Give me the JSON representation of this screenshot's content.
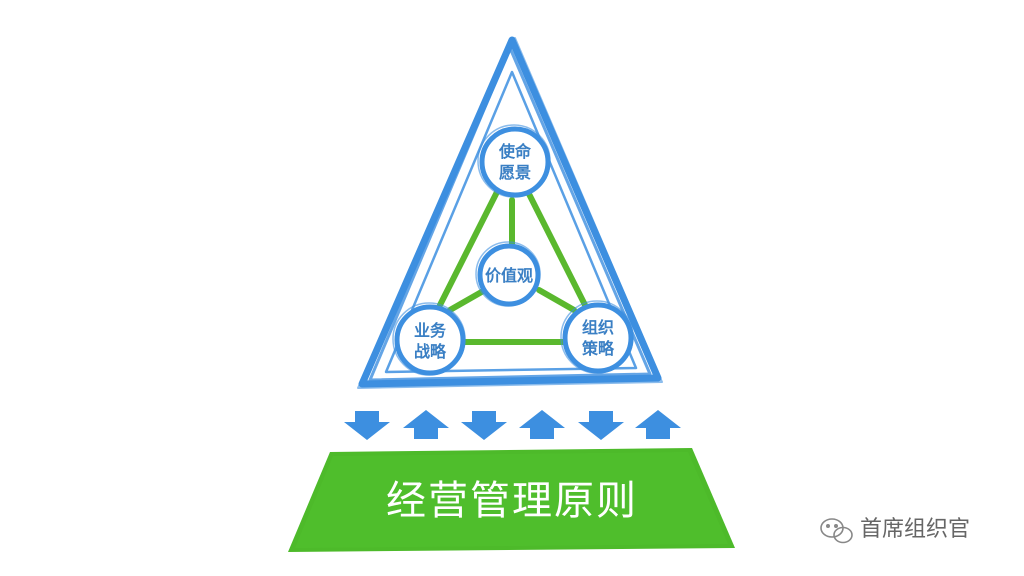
{
  "diagram": {
    "nodes": {
      "top": [
        "使命",
        "愿景"
      ],
      "center": [
        "价值观"
      ],
      "left": [
        "业务",
        "战略"
      ],
      "right": [
        "组织",
        "策略"
      ]
    },
    "arrows": [
      "down",
      "up",
      "down",
      "up",
      "down",
      "up"
    ],
    "base_label": "经营管理原则"
  },
  "watermark": {
    "label": "首席组织官"
  },
  "colors": {
    "triangle_blue": "#3d8fe0",
    "node_text": "#3a7fc4",
    "connector_green": "#5ab82e",
    "base_green": "#4dba2a",
    "arrow_blue": "#3d8fe0",
    "watermark_text": "#666666"
  }
}
